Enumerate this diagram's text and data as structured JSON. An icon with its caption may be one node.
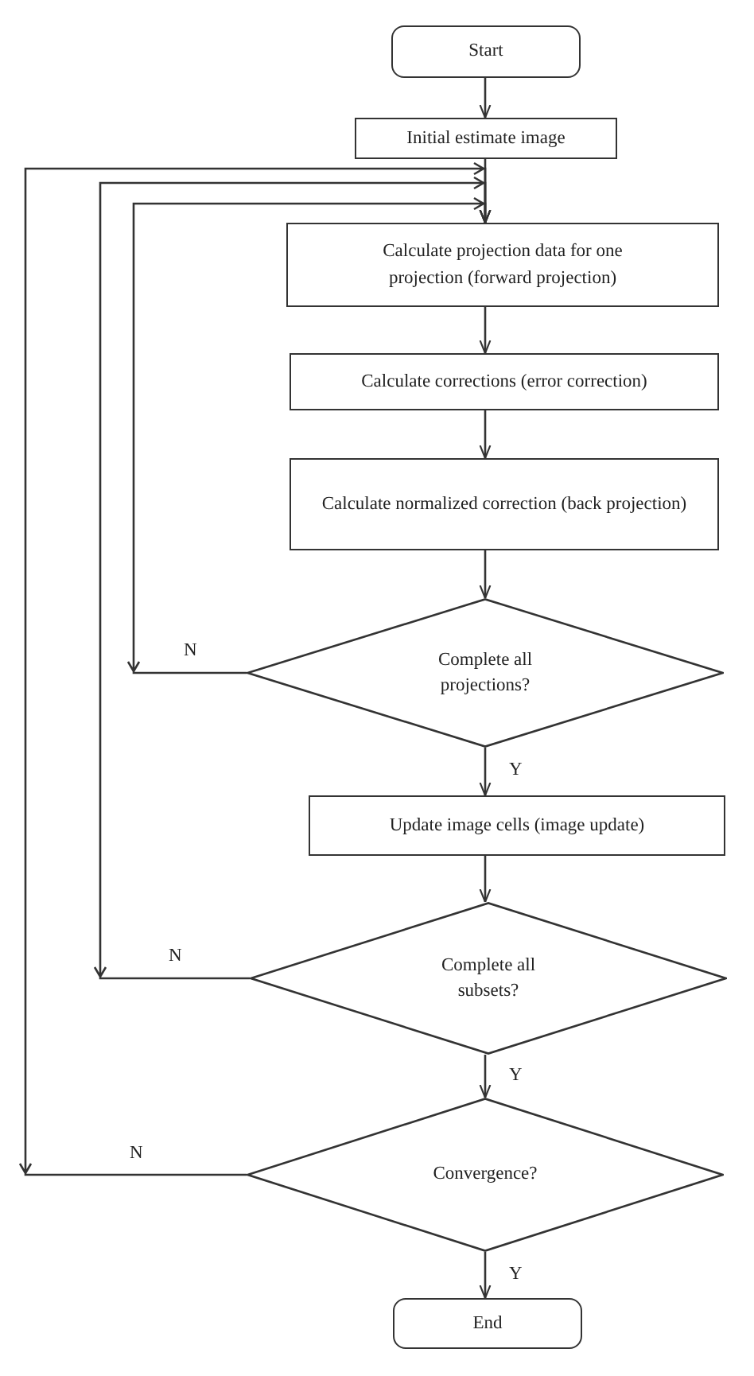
{
  "diagram": {
    "nodes": [
      {
        "text": [
          "Start"
        ]
      },
      {
        "text": [
          "Initial estimate image"
        ]
      },
      {
        "text": [
          "Calculate projection data for one projection (forward projection)"
        ]
      },
      {
        "text": [
          "Calculate corrections (error correction)"
        ]
      },
      {
        "text": [
          "Calculate normalized correction (back projection)"
        ]
      },
      {
        "text": [
          "Complete all projections?"
        ]
      },
      {
        "text": [
          "Update image cells (image update)"
        ]
      },
      {
        "text": [
          "Complete all subsets?"
        ]
      },
      {
        "text": [
          "Convergence?"
        ]
      },
      {
        "text": [
          "End"
        ]
      }
    ],
    "edges": [
      {
        "from": 0,
        "to": 1,
        "arrow": "to"
      },
      {
        "from": 1,
        "to": 2,
        "arrow": "to"
      },
      {
        "from": 2,
        "to": 3,
        "arrow": "to"
      },
      {
        "from": 3,
        "to": 4,
        "arrow": "to"
      },
      {
        "from": 4,
        "to": 5,
        "arrow": "to"
      },
      {
        "from": 5,
        "to": 2,
        "arrow": "to",
        "label": "N"
      },
      {
        "from": 5,
        "to": 6,
        "arrow": "to",
        "label": "Y"
      },
      {
        "from": 6,
        "to": 7,
        "arrow": "to"
      },
      {
        "from": 7,
        "to": 2,
        "arrow": "to",
        "label": "N"
      },
      {
        "from": 7,
        "to": 8,
        "arrow": "to",
        "label": "Y"
      },
      {
        "from": 8,
        "to": 2,
        "arrow": "to",
        "label": "N"
      },
      {
        "from": 8,
        "to": 9,
        "arrow": "to",
        "label": "Y"
      }
    ]
  }
}
